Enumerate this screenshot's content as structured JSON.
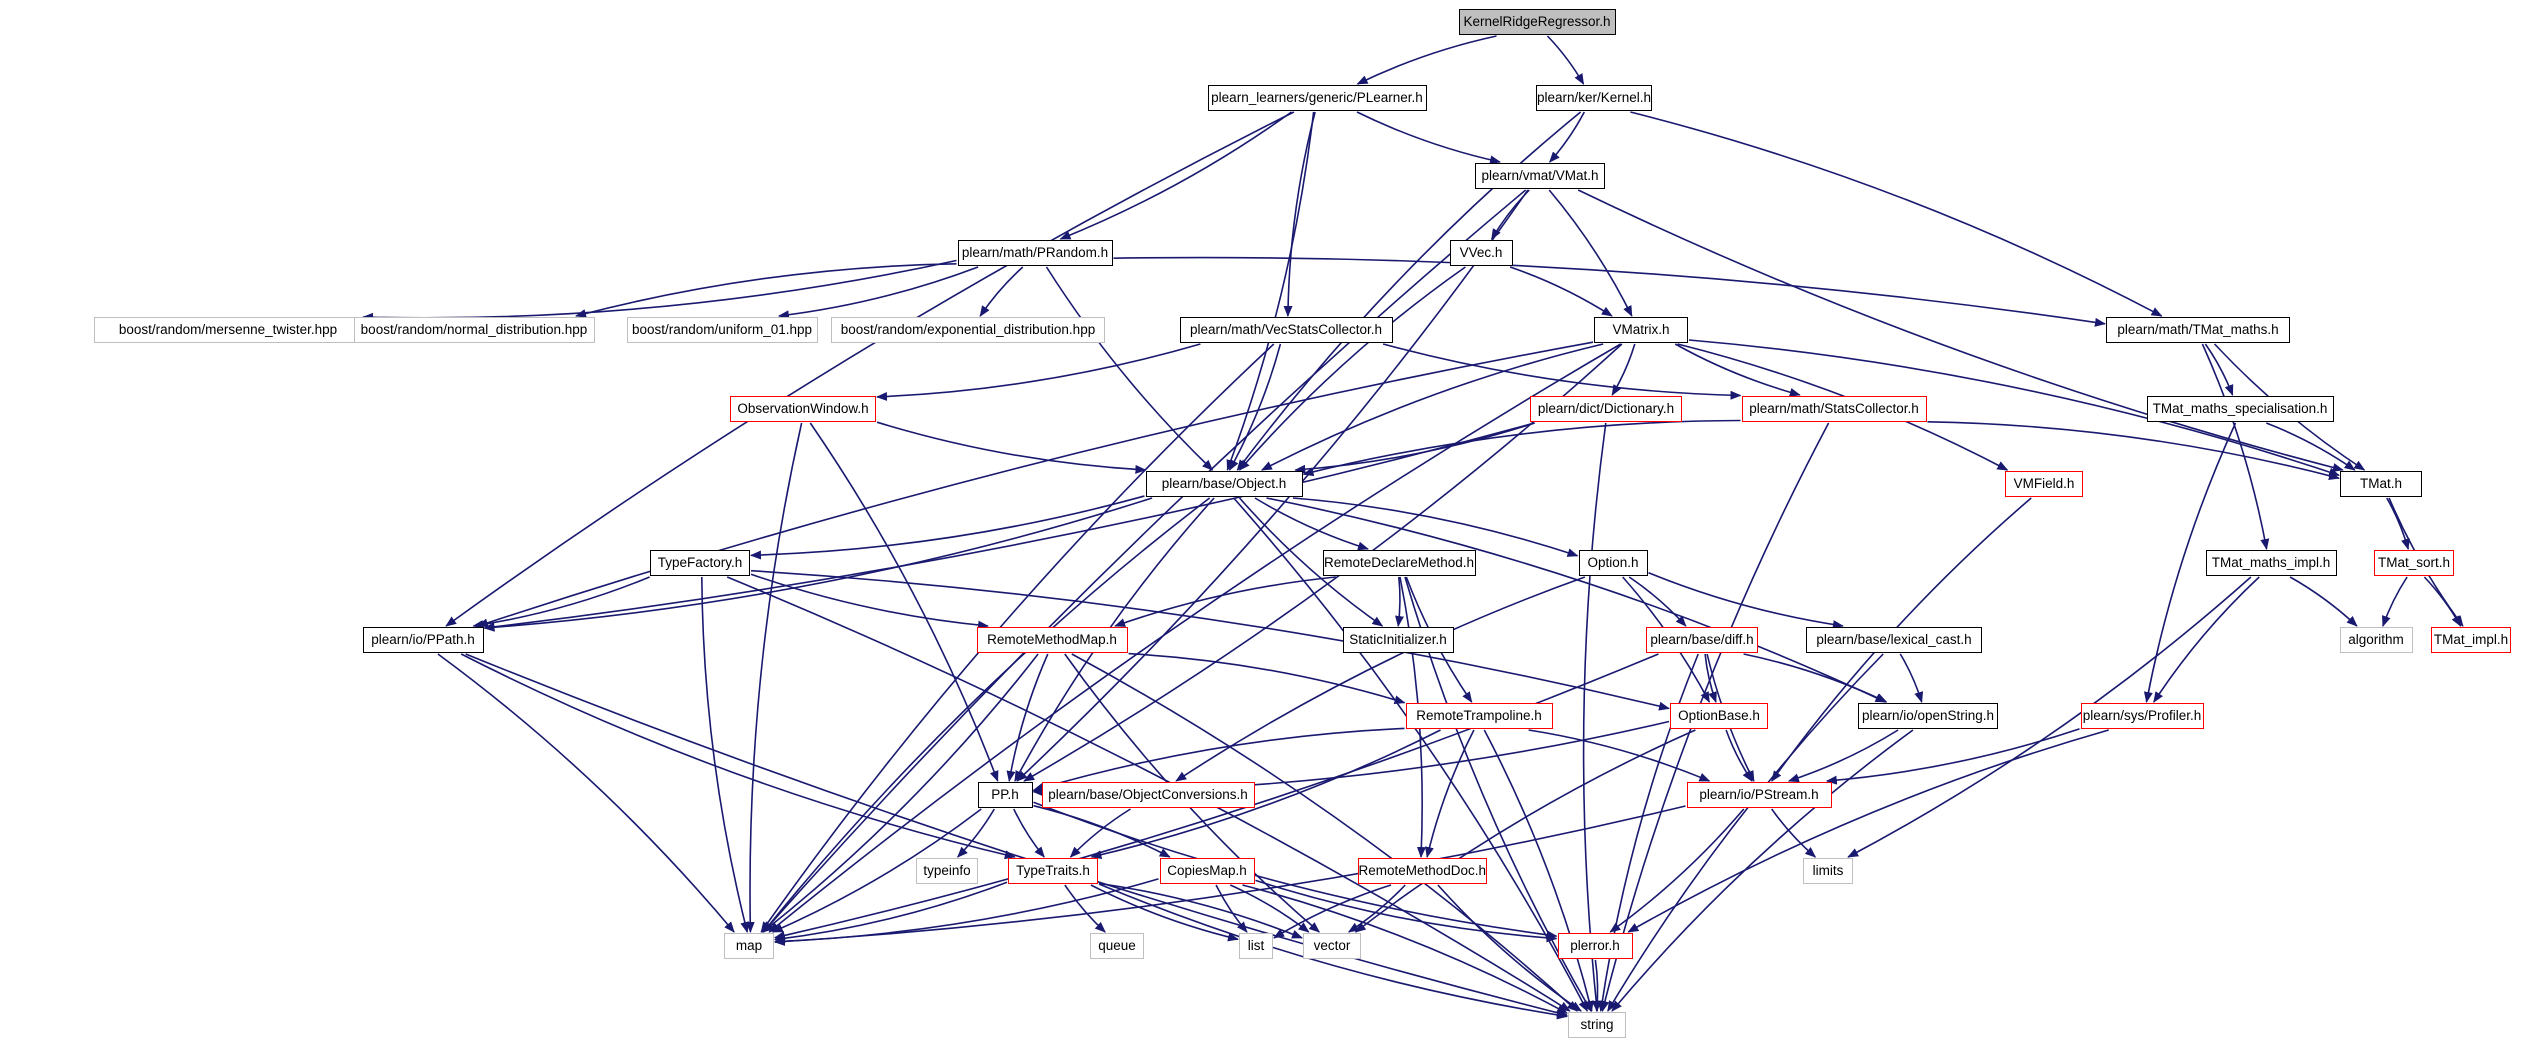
{
  "diagram": {
    "colors": {
      "edge": "#191970",
      "root_fill": "#bfbfbf",
      "internal_border": "#000000",
      "truncated_border": "#ff0000",
      "external_border": "#bfbfbf"
    },
    "nodes": [
      {
        "id": "krr",
        "label": "KernelRidgeRegressor.h",
        "kind": "root"
      },
      {
        "id": "plearner",
        "label": "plearn_learners/generic/PLearner.h",
        "kind": "black"
      },
      {
        "id": "kernel",
        "label": "plearn/ker/Kernel.h",
        "kind": "black"
      },
      {
        "id": "vmat",
        "label": "plearn/vmat/VMat.h",
        "kind": "black"
      },
      {
        "id": "prandom",
        "label": "plearn/math/PRandom.h",
        "kind": "black"
      },
      {
        "id": "vvec",
        "label": "VVec.h",
        "kind": "black"
      },
      {
        "id": "mersenne",
        "label": "boost/random/mersenne_twister.hpp",
        "kind": "gray"
      },
      {
        "id": "normal",
        "label": "boost/random/normal_distribution.hpp",
        "kind": "gray"
      },
      {
        "id": "uniform",
        "label": "boost/random/uniform_01.hpp",
        "kind": "gray"
      },
      {
        "id": "exponential",
        "label": "boost/random/exponential_distribution.hpp",
        "kind": "gray"
      },
      {
        "id": "vecstats",
        "label": "plearn/math/VecStatsCollector.h",
        "kind": "black"
      },
      {
        "id": "vmatrix",
        "label": "VMatrix.h",
        "kind": "black"
      },
      {
        "id": "tmatmaths",
        "label": "plearn/math/TMat_maths.h",
        "kind": "black"
      },
      {
        "id": "obswin",
        "label": "ObservationWindow.h",
        "kind": "red"
      },
      {
        "id": "dict",
        "label": "plearn/dict/Dictionary.h",
        "kind": "red"
      },
      {
        "id": "stats",
        "label": "plearn/math/StatsCollector.h",
        "kind": "red"
      },
      {
        "id": "tmatspec",
        "label": "TMat_maths_specialisation.h",
        "kind": "black"
      },
      {
        "id": "object",
        "label": "plearn/base/Object.h",
        "kind": "black"
      },
      {
        "id": "vmfield",
        "label": "VMField.h",
        "kind": "red"
      },
      {
        "id": "tmat",
        "label": "TMat.h",
        "kind": "black"
      },
      {
        "id": "typefactory",
        "label": "TypeFactory.h",
        "kind": "black"
      },
      {
        "id": "rdm",
        "label": "RemoteDeclareMethod.h",
        "kind": "black"
      },
      {
        "id": "option",
        "label": "Option.h",
        "kind": "black"
      },
      {
        "id": "tmatimpl",
        "label": "TMat_maths_impl.h",
        "kind": "black"
      },
      {
        "id": "tmatsort",
        "label": "TMat_sort.h",
        "kind": "red"
      },
      {
        "id": "ppath",
        "label": "plearn/io/PPath.h",
        "kind": "black"
      },
      {
        "id": "staticinit",
        "label": "StaticInitializer.h",
        "kind": "black"
      },
      {
        "id": "rmm",
        "label": "RemoteMethodMap.h",
        "kind": "red"
      },
      {
        "id": "diff",
        "label": "plearn/base/diff.h",
        "kind": "red"
      },
      {
        "id": "lexcast",
        "label": "plearn/base/lexical_cast.h",
        "kind": "black"
      },
      {
        "id": "algorithm",
        "label": "algorithm",
        "kind": "gray"
      },
      {
        "id": "tmatimplh",
        "label": "TMat_impl.h",
        "kind": "red"
      },
      {
        "id": "rtramp",
        "label": "RemoteTrampoline.h",
        "kind": "red"
      },
      {
        "id": "optionbase",
        "label": "OptionBase.h",
        "kind": "red"
      },
      {
        "id": "openstring",
        "label": "plearn/io/openString.h",
        "kind": "black"
      },
      {
        "id": "profiler",
        "label": "plearn/sys/Profiler.h",
        "kind": "red"
      },
      {
        "id": "pp",
        "label": "PP.h",
        "kind": "black"
      },
      {
        "id": "objconv",
        "label": "plearn/base/ObjectConversions.h",
        "kind": "red"
      },
      {
        "id": "pstream",
        "label": "plearn/io/PStream.h",
        "kind": "red"
      },
      {
        "id": "typeinfo",
        "label": "typeinfo",
        "kind": "gray"
      },
      {
        "id": "typetraits",
        "label": "TypeTraits.h",
        "kind": "red"
      },
      {
        "id": "copiesmap",
        "label": "CopiesMap.h",
        "kind": "red"
      },
      {
        "id": "rmdoc",
        "label": "RemoteMethodDoc.h",
        "kind": "red"
      },
      {
        "id": "limits",
        "label": "limits",
        "kind": "gray"
      },
      {
        "id": "queue",
        "label": "queue",
        "kind": "gray"
      },
      {
        "id": "map",
        "label": "map",
        "kind": "gray"
      },
      {
        "id": "list",
        "label": "list",
        "kind": "gray"
      },
      {
        "id": "vector",
        "label": "vector",
        "kind": "gray"
      },
      {
        "id": "plerror",
        "label": "plerror.h",
        "kind": "red"
      },
      {
        "id": "string",
        "label": "string",
        "kind": "gray"
      }
    ],
    "edges": [
      [
        "krr",
        "plearner"
      ],
      [
        "krr",
        "kernel"
      ],
      [
        "plearner",
        "vmat"
      ],
      [
        "plearner",
        "prandom"
      ],
      [
        "plearner",
        "vecstats"
      ],
      [
        "plearner",
        "object"
      ],
      [
        "plearner",
        "ppath"
      ],
      [
        "kernel",
        "vmat"
      ],
      [
        "kernel",
        "object"
      ],
      [
        "kernel",
        "tmatmaths"
      ],
      [
        "vmat",
        "vvec"
      ],
      [
        "vmat",
        "vmatrix"
      ],
      [
        "vmat",
        "tmat"
      ],
      [
        "vmat",
        "pp"
      ],
      [
        "vmat",
        "map"
      ],
      [
        "prandom",
        "mersenne"
      ],
      [
        "prandom",
        "normal"
      ],
      [
        "prandom",
        "uniform"
      ],
      [
        "prandom",
        "exponential"
      ],
      [
        "prandom",
        "tmatmaths"
      ],
      [
        "prandom",
        "object"
      ],
      [
        "vvec",
        "vmatrix"
      ],
      [
        "vvec",
        "object"
      ],
      [
        "vecstats",
        "obswin"
      ],
      [
        "vecstats",
        "stats"
      ],
      [
        "vecstats",
        "object"
      ],
      [
        "vecstats",
        "map"
      ],
      [
        "vmatrix",
        "dict"
      ],
      [
        "vmatrix",
        "stats"
      ],
      [
        "vmatrix",
        "vmfield"
      ],
      [
        "vmatrix",
        "object"
      ],
      [
        "vmatrix",
        "tmat"
      ],
      [
        "vmatrix",
        "ppath"
      ],
      [
        "vmatrix",
        "pp"
      ],
      [
        "vmatrix",
        "map"
      ],
      [
        "tmatmaths",
        "tmatspec"
      ],
      [
        "tmatmaths",
        "tmat"
      ],
      [
        "tmatmaths",
        "tmatimpl"
      ],
      [
        "obswin",
        "object"
      ],
      [
        "obswin",
        "pp"
      ],
      [
        "obswin",
        "map"
      ],
      [
        "dict",
        "object"
      ],
      [
        "dict",
        "string"
      ],
      [
        "dict",
        "ppath"
      ],
      [
        "stats",
        "object"
      ],
      [
        "stats",
        "tmat"
      ],
      [
        "stats",
        "string"
      ],
      [
        "tmatspec",
        "tmat"
      ],
      [
        "tmatspec",
        "profiler"
      ],
      [
        "object",
        "typefactory"
      ],
      [
        "object",
        "rdm"
      ],
      [
        "object",
        "option"
      ],
      [
        "object",
        "staticinit"
      ],
      [
        "object",
        "ppath"
      ],
      [
        "object",
        "pp"
      ],
      [
        "object",
        "openstring"
      ],
      [
        "object",
        "map"
      ],
      [
        "object",
        "string"
      ],
      [
        "vmfield",
        "pstream"
      ],
      [
        "tmat",
        "tmatsort"
      ],
      [
        "tmat",
        "tmatimplh"
      ],
      [
        "typefactory",
        "ppath"
      ],
      [
        "typefactory",
        "rmm"
      ],
      [
        "typefactory",
        "optionbase"
      ],
      [
        "typefactory",
        "map"
      ],
      [
        "typefactory",
        "string"
      ],
      [
        "rdm",
        "rmm"
      ],
      [
        "rdm",
        "staticinit"
      ],
      [
        "rdm",
        "rtramp"
      ],
      [
        "rdm",
        "rmdoc"
      ],
      [
        "rdm",
        "string"
      ],
      [
        "option",
        "diff"
      ],
      [
        "option",
        "lexcast"
      ],
      [
        "option",
        "optionbase"
      ],
      [
        "option",
        "objconv"
      ],
      [
        "tmatimpl",
        "algorithm"
      ],
      [
        "tmatimpl",
        "profiler"
      ],
      [
        "tmatimpl",
        "limits"
      ],
      [
        "tmatsort",
        "algorithm"
      ],
      [
        "tmatsort",
        "tmatimplh"
      ],
      [
        "ppath",
        "typetraits"
      ],
      [
        "ppath",
        "map"
      ],
      [
        "ppath",
        "string"
      ],
      [
        "rmm",
        "rtramp"
      ],
      [
        "rmm",
        "pp"
      ],
      [
        "rmm",
        "map"
      ],
      [
        "rmm",
        "vector"
      ],
      [
        "rmm",
        "string"
      ],
      [
        "diff",
        "optionbase"
      ],
      [
        "diff",
        "openstring"
      ],
      [
        "diff",
        "pstream"
      ],
      [
        "diff",
        "map"
      ],
      [
        "diff",
        "string"
      ],
      [
        "lexcast",
        "openstring"
      ],
      [
        "lexcast",
        "string"
      ],
      [
        "rtramp",
        "pstream"
      ],
      [
        "rtramp",
        "rmdoc"
      ],
      [
        "rtramp",
        "typetraits"
      ],
      [
        "rtramp",
        "pp"
      ],
      [
        "rtramp",
        "string"
      ],
      [
        "optionbase",
        "pstream"
      ],
      [
        "optionbase",
        "pp"
      ],
      [
        "optionbase",
        "vector"
      ],
      [
        "openstring",
        "pstream"
      ],
      [
        "openstring",
        "string"
      ],
      [
        "profiler",
        "pstream"
      ],
      [
        "profiler",
        "plerror"
      ],
      [
        "pp",
        "typeinfo"
      ],
      [
        "pp",
        "typetraits"
      ],
      [
        "pp",
        "copiesmap"
      ],
      [
        "pp",
        "plerror"
      ],
      [
        "pp",
        "map"
      ],
      [
        "objconv",
        "typetraits"
      ],
      [
        "pstream",
        "plerror"
      ],
      [
        "pstream",
        "limits"
      ],
      [
        "pstream",
        "map"
      ],
      [
        "typetraits",
        "queue"
      ],
      [
        "typetraits",
        "map"
      ],
      [
        "typetraits",
        "list"
      ],
      [
        "typetraits",
        "vector"
      ],
      [
        "typetraits",
        "string"
      ],
      [
        "copiesmap",
        "map"
      ],
      [
        "copiesmap",
        "list"
      ],
      [
        "copiesmap",
        "vector"
      ],
      [
        "copiesmap",
        "plerror"
      ],
      [
        "copiesmap",
        "string"
      ],
      [
        "rmdoc",
        "list"
      ],
      [
        "rmdoc",
        "vector"
      ],
      [
        "rmdoc",
        "string"
      ],
      [
        "plerror",
        "string"
      ]
    ]
  }
}
